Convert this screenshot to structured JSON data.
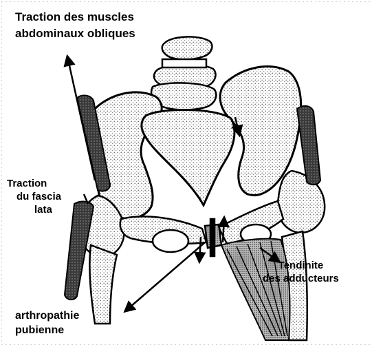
{
  "labels": {
    "obliques": [
      "Traction des muscles",
      "abdominaux obliques"
    ],
    "fascia": [
      "Traction",
      "du fascia",
      "lata"
    ],
    "adducteurs": [
      "Tendinite",
      "des adducteurs"
    ],
    "pubienne": [
      "arthropathie",
      "pubienne"
    ]
  },
  "colors": {
    "ink": "#000000",
    "stipple": "#6b6b6b",
    "muscle": "#2a2a2a",
    "frame": "#9a9a9a"
  }
}
